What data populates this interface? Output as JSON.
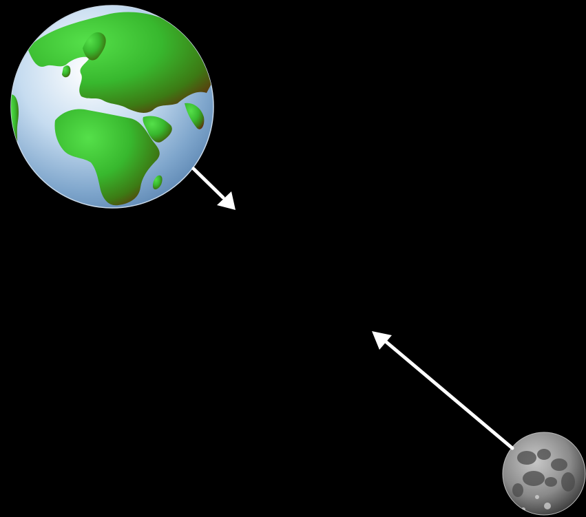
{
  "scene": {
    "background_color": "#000000",
    "bodies": [
      {
        "name": "earth",
        "ocean_color": "#8fb6d8",
        "land_color": "#3ec23a",
        "land_shadow_color": "#6b1a0a"
      },
      {
        "name": "moon",
        "surface_color": "#9a9a9a",
        "mare_color": "#4a4a4a"
      }
    ],
    "arrows": [
      {
        "name": "earth-arrow",
        "from": "earth",
        "toward": "moon",
        "color": "#ffffff"
      },
      {
        "name": "moon-arrow",
        "from": "moon",
        "toward": "earth",
        "color": "#ffffff"
      }
    ]
  }
}
